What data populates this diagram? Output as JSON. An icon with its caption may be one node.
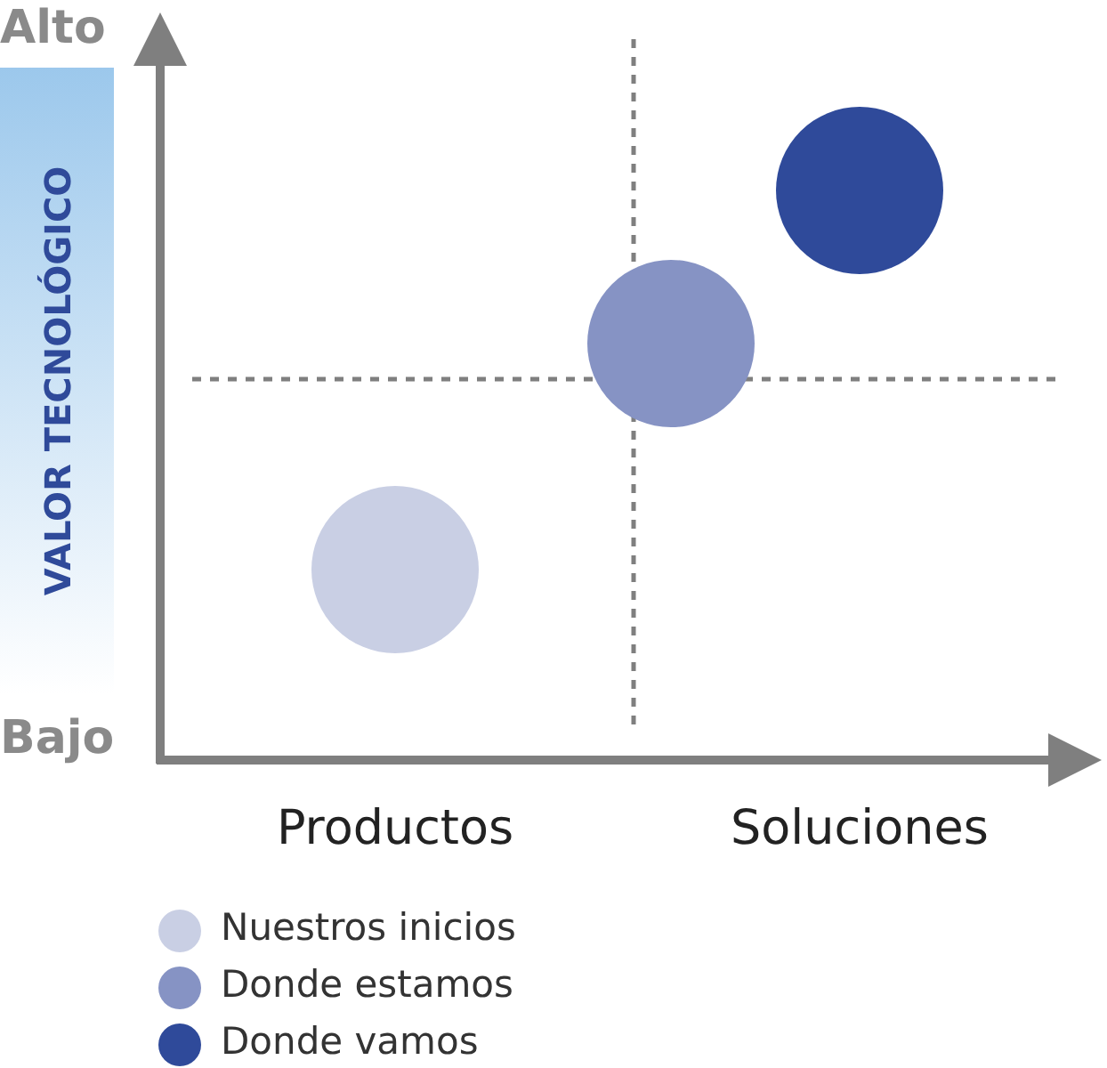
{
  "diagram": {
    "nodes": [
      {
        "text": [],
        "shape": "circle"
      },
      {
        "text": [],
        "shape": "circle"
      },
      {
        "text": [],
        "shape": "circle"
      }
    ],
    "labels": [
      "Alto",
      "VALOR TECNOLÓGICO",
      "Bajo",
      "Productos",
      "Soluciones"
    ],
    "legend": [
      {
        "text": "Nuestros inicios",
        "color": "#c9cfe4"
      },
      {
        "text": "Donde estamos",
        "color": "#8693c4"
      },
      {
        "text": "Donde vamos",
        "color": "#2f4a9a"
      }
    ]
  }
}
